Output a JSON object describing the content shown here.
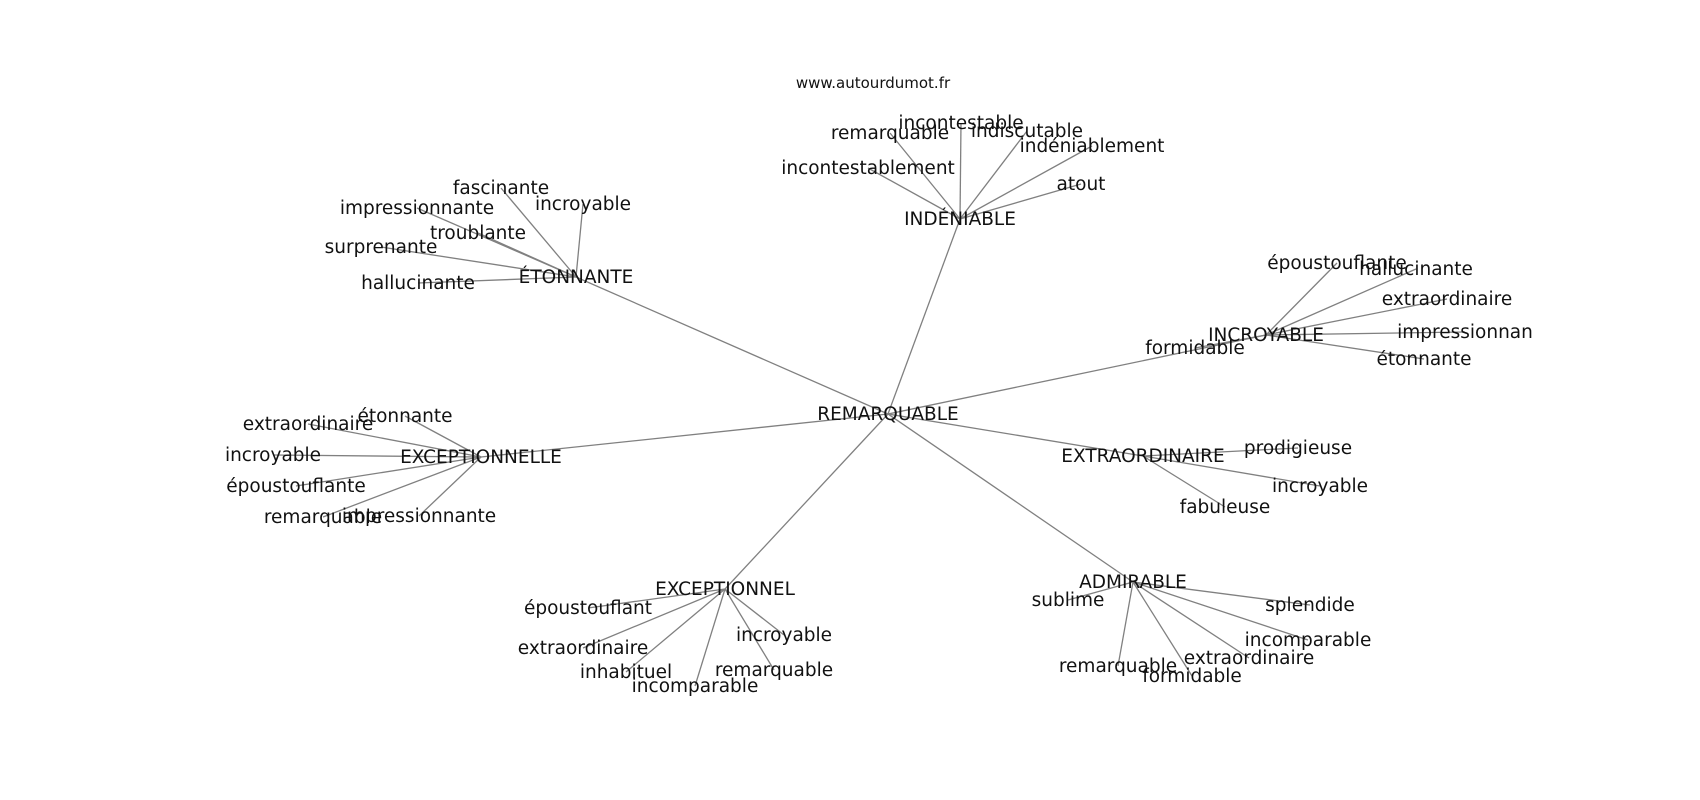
{
  "site_label": "www.autourdumot.fr",
  "center": {
    "label": "REMARQUABLE"
  },
  "clusters": [
    {
      "label": "INDÉNIABLE",
      "words": [
        "incontestable",
        "remarquable",
        "indiscutable",
        "indéniablement",
        "incontestablement",
        "atout"
      ]
    },
    {
      "label": "ÉTONNANTE",
      "words": [
        "fascinante",
        "incroyable",
        "impressionnante",
        "troublante",
        "surprenante",
        "hallucinante"
      ]
    },
    {
      "label": "INCROYABLE",
      "words": [
        "époustouflante",
        "hallucinante",
        "extraordinaire",
        "impressionnan",
        "formidable",
        "étonnante"
      ]
    },
    {
      "label": "EXCEPTIONNELLE",
      "words": [
        "étonnante",
        "extraordinaire",
        "incroyable",
        "époustouflante",
        "remarquable",
        "impressionnante"
      ]
    },
    {
      "label": "EXTRAORDINAIRE",
      "words": [
        "prodigieuse",
        "incroyable",
        "fabuleuse"
      ]
    },
    {
      "label": "EXCEPTIONNEL",
      "words": [
        "époustouflant",
        "extraordinaire",
        "incroyable",
        "inhabituel",
        "remarquable",
        "incomparable"
      ]
    },
    {
      "label": "ADMIRABLE",
      "words": [
        "sublime",
        "splendide",
        "incomparable",
        "extraordinaire",
        "remarquable",
        "formidable"
      ]
    }
  ]
}
